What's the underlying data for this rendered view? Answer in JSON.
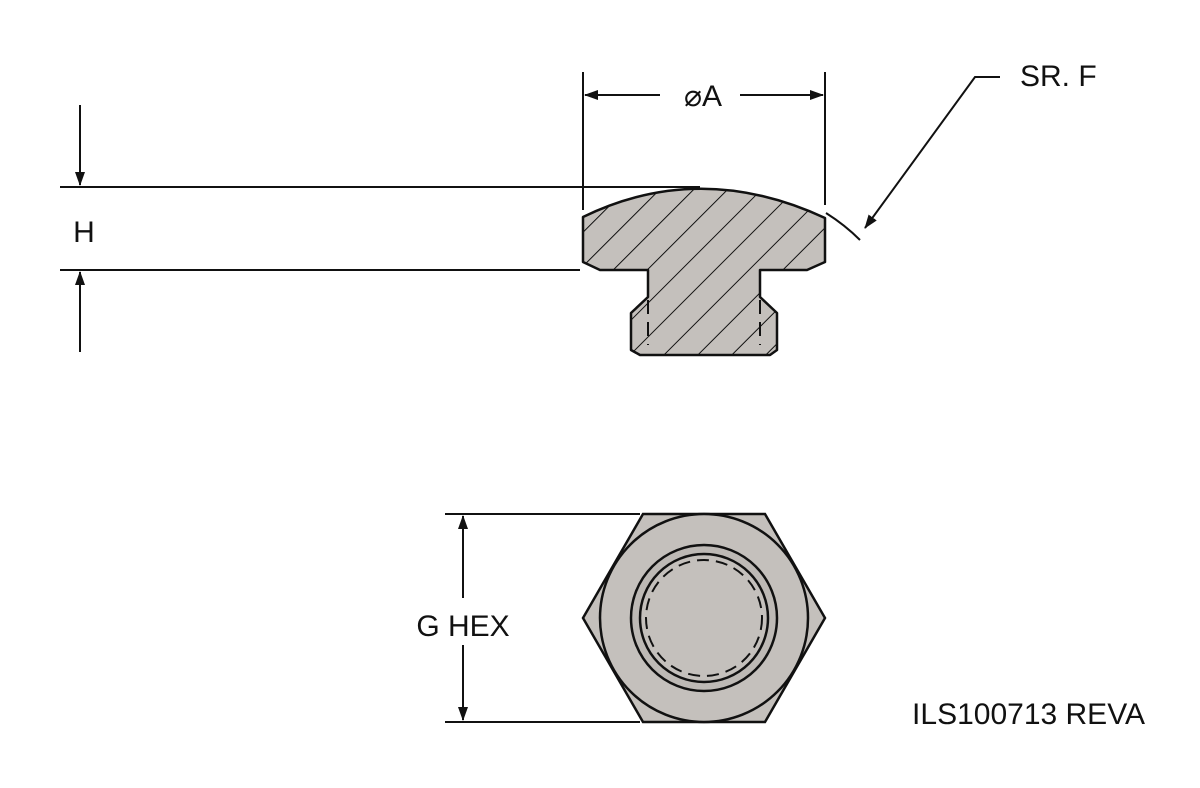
{
  "drawing": {
    "dim_diameter": "⌀A",
    "dim_sphere_radius": "SR. F",
    "dim_height": "H",
    "dim_hex": "G HEX",
    "part_number": "ILS100713  REVA"
  },
  "colors": {
    "part_fill": "#c4c0bc",
    "line": "#111111"
  }
}
